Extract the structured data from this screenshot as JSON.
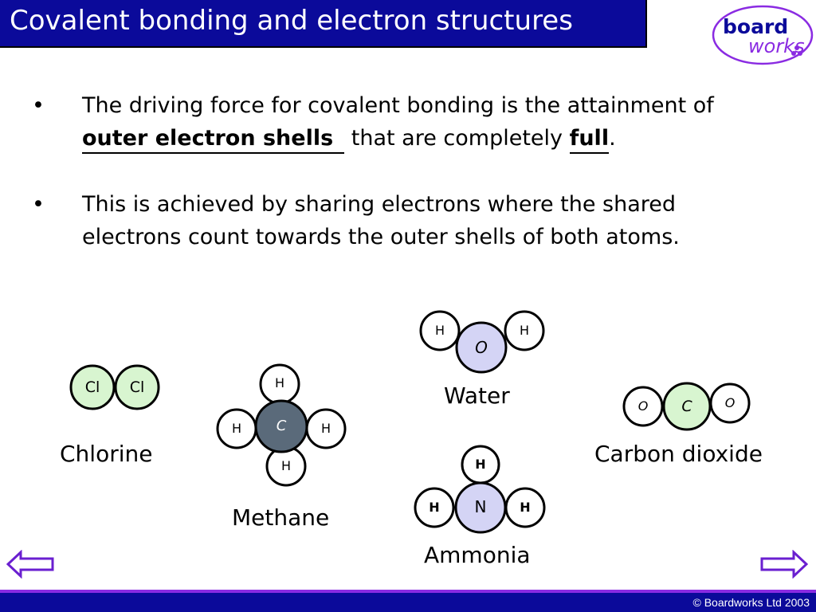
{
  "title": "Covalent bonding and electron structures",
  "logo": {
    "word1": "board",
    "word2": "works"
  },
  "bullets": [
    {
      "part1": "The driving force for covalent bonding is the attainment of ",
      "blank1": "outer electron shells",
      "part2": " that are completely ",
      "blank2": "full",
      "part3": "."
    },
    {
      "text": "This is achieved by sharing electrons where the shared electrons count towards the outer shells of both atoms."
    }
  ],
  "molecules": {
    "chlorine": {
      "name": "Chlorine",
      "atoms": [
        "Cl",
        "Cl"
      ]
    },
    "methane": {
      "name": "Methane",
      "center": "C",
      "outer": [
        "H",
        "H",
        "H",
        "H"
      ]
    },
    "water": {
      "name": "Water",
      "center": "O",
      "outer": [
        "H",
        "H"
      ]
    },
    "ammonia": {
      "name": "Ammonia",
      "center": "N",
      "outer": [
        "H",
        "H",
        "H"
      ]
    },
    "carbon_dioxide": {
      "name": "Carbon dioxide",
      "center": "C",
      "outer": [
        "O",
        "O"
      ]
    }
  },
  "footer": "© Boardworks Ltd 2003",
  "colors": {
    "title_bg": "#0b0a9a",
    "chlorine_fill": "#d8f5d0",
    "methane_center": "#5a6a7a",
    "water_center": "#d4d4f5",
    "ammonia_center": "#d4d4f5",
    "co2_center": "#d8f5d0",
    "arrow": "#6a1fd0"
  }
}
